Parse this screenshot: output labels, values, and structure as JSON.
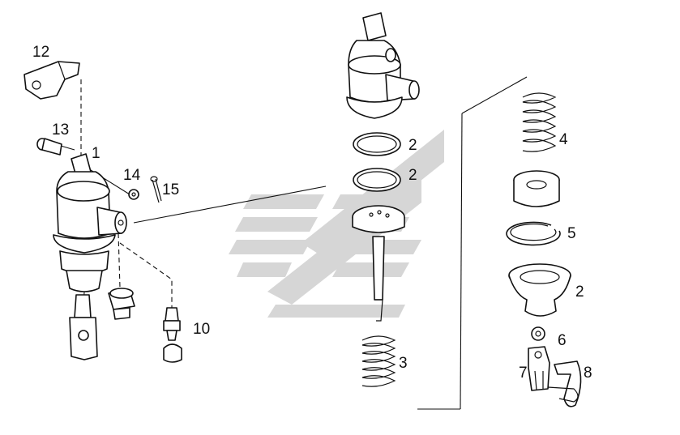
{
  "callouts": [
    {
      "id": "1",
      "text": "1"
    },
    {
      "id": "2a",
      "text": "2"
    },
    {
      "id": "2b",
      "text": "2"
    },
    {
      "id": "2c",
      "text": "2"
    },
    {
      "id": "3",
      "text": "3"
    },
    {
      "id": "4",
      "text": "4"
    },
    {
      "id": "5",
      "text": "5"
    },
    {
      "id": "6",
      "text": "6"
    },
    {
      "id": "7",
      "text": "7"
    },
    {
      "id": "8",
      "text": "8"
    },
    {
      "id": "10",
      "text": "10"
    },
    {
      "id": "12",
      "text": "12"
    },
    {
      "id": "13",
      "text": "13"
    },
    {
      "id": "14",
      "text": "14"
    },
    {
      "id": "15",
      "text": "15"
    }
  ],
  "colors": {
    "ink": "#111111",
    "watermark": "#d6d6d6",
    "background": "#ffffff"
  }
}
